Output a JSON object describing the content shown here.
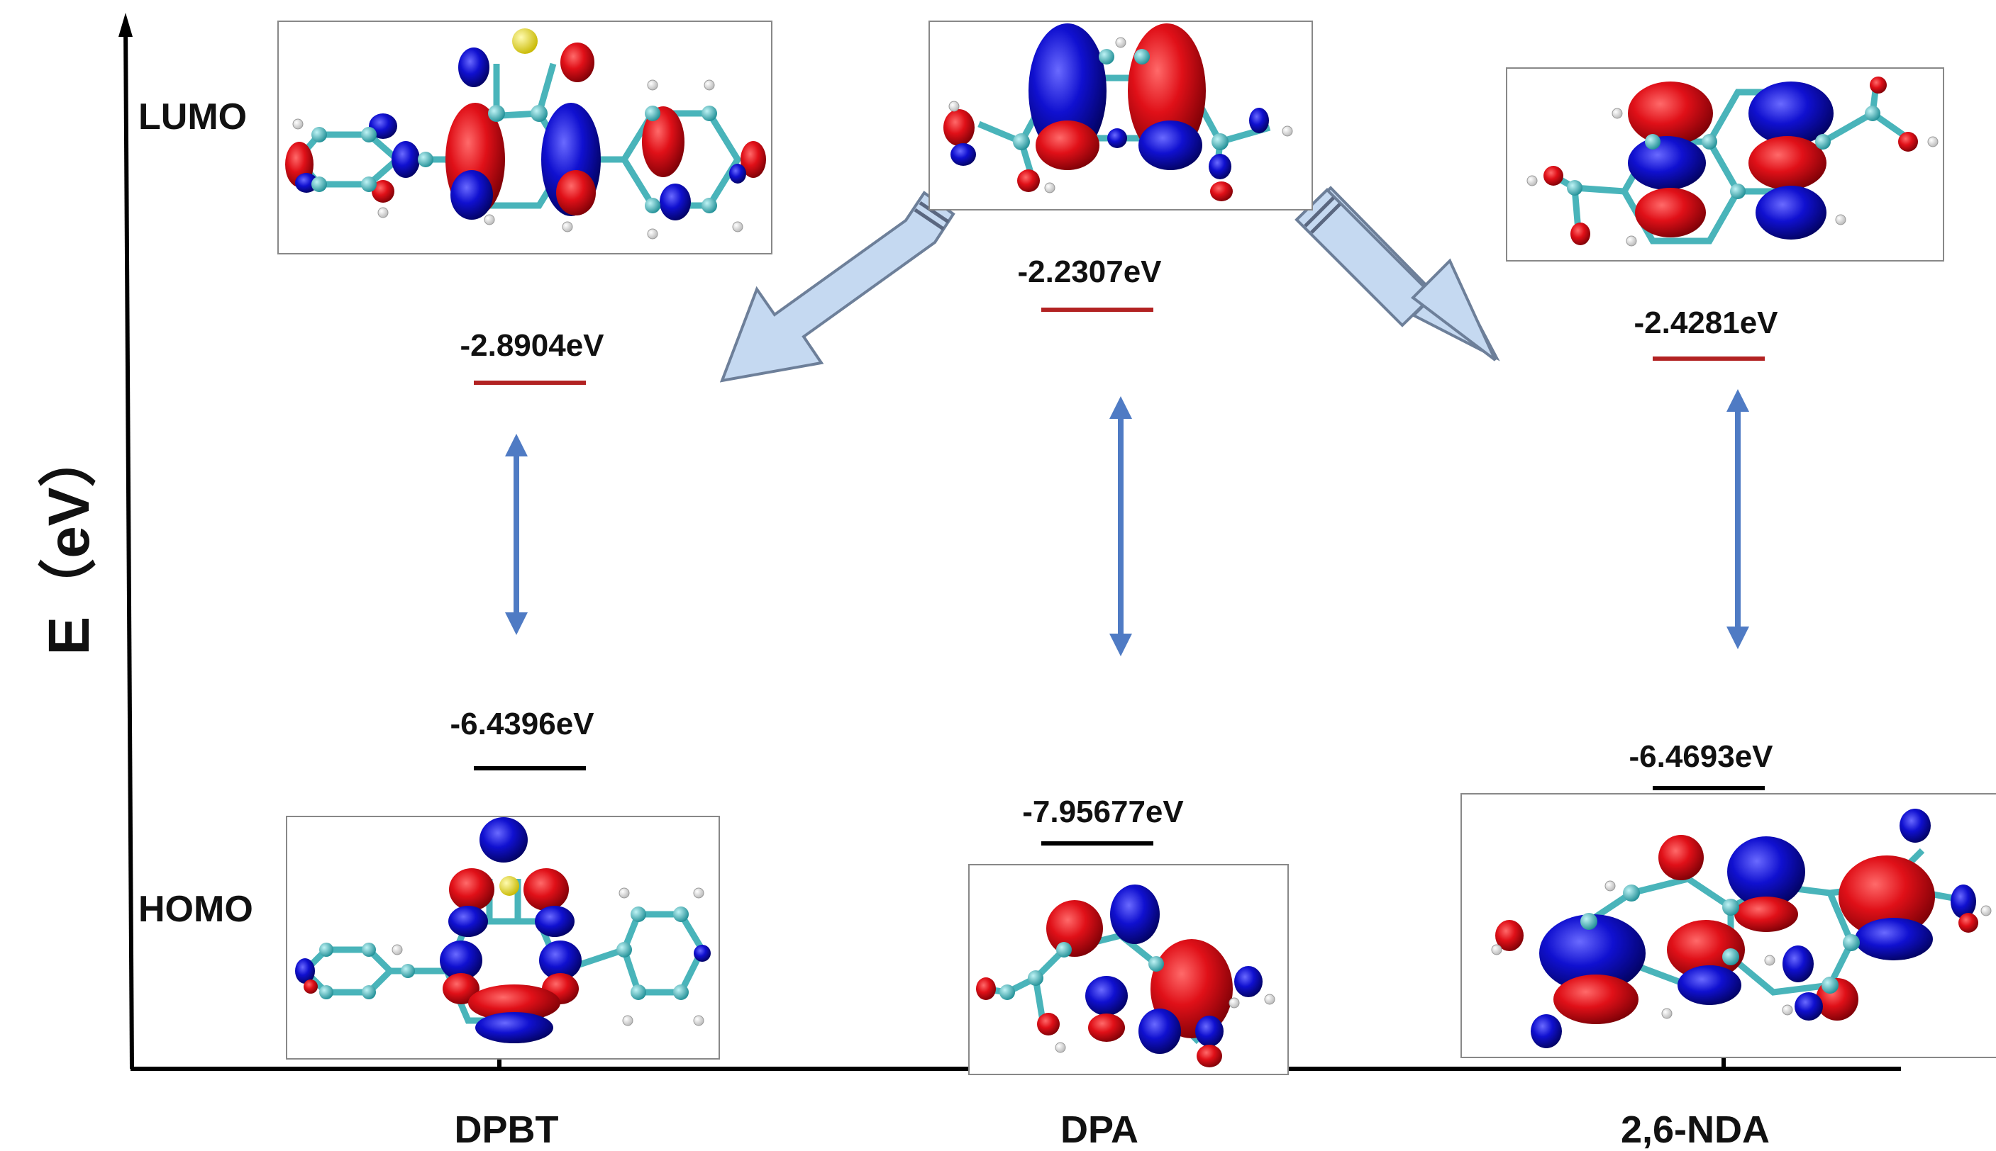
{
  "axis": {
    "y_label": "E（eV）"
  },
  "row_labels": {
    "lumo": "LUMO",
    "homo": "HOMO"
  },
  "molecules": [
    {
      "name": "DPBT",
      "lumo": "-2.8904eV",
      "homo": "-6.4396eV"
    },
    {
      "name": "DPA",
      "lumo": "-2.2307eV",
      "homo": "-7.95677eV"
    },
    {
      "name": "2,6-NDA",
      "lumo": "-2.4281eV",
      "homo": "-6.4693eV"
    }
  ],
  "colors": {
    "axis": "#000000",
    "lumo_level": "#b22222",
    "homo_level": "#000000",
    "gap_arrow": "#4f7bc4",
    "block_arrow_fill": "#c5d9f1",
    "block_arrow_stroke": "#6d7f99",
    "orbital_positive": "#d4101a",
    "orbital_negative": "#1414c8",
    "carbon": "#3fb8bf",
    "hydrogen": "#ffffff",
    "sulfur": "#e8e020"
  }
}
